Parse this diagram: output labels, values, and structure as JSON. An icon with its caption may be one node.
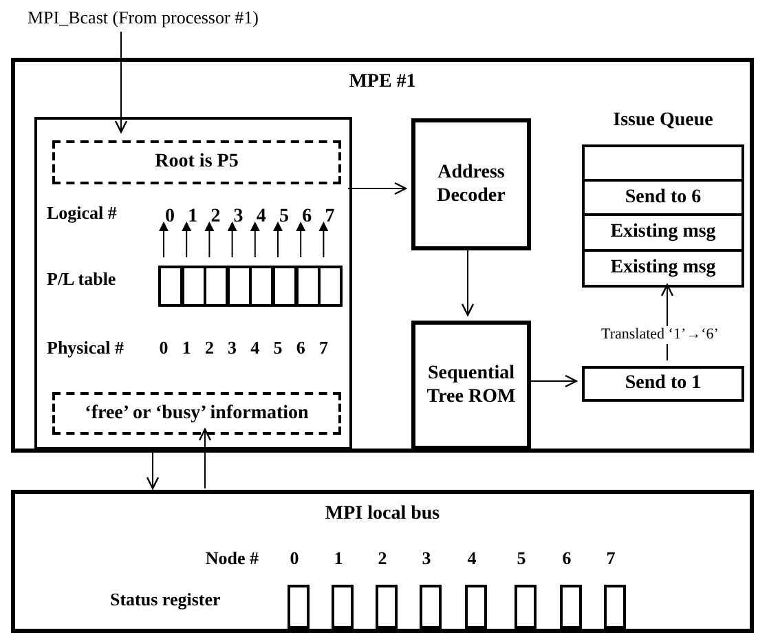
{
  "diagram": {
    "nodes": [
      {
        "text": [
          "MPI_Bcast (From processor #1)"
        ]
      },
      {
        "text": [
          "MPE #1"
        ]
      },
      {
        "text": [],
        "shape": "box",
        "in": 1
      },
      {
        "text": [
          "Root is P5"
        ],
        "in": 2
      },
      {
        "text": [
          "0"
        ],
        "in": 2
      },
      {
        "text": [
          "1"
        ],
        "in": 2
      },
      {
        "text": [
          "2"
        ],
        "in": 2
      },
      {
        "text": [
          "3"
        ],
        "in": 2
      },
      {
        "text": [
          "4"
        ],
        "in": 2
      },
      {
        "text": [
          "5"
        ],
        "in": 2
      },
      {
        "text": [
          "6"
        ],
        "in": 2
      },
      {
        "text": [
          "7"
        ],
        "in": 2
      },
      {
        "text": [],
        "shape": "box",
        "in": 2
      },
      {
        "text": [],
        "shape": "box",
        "in": 2
      },
      {
        "text": [],
        "shape": "box",
        "in": 2
      },
      {
        "text": [],
        "shape": "box",
        "in": 2
      },
      {
        "text": [],
        "shape": "box",
        "in": 2
      },
      {
        "text": [],
        "shape": "box",
        "in": 2
      },
      {
        "text": [],
        "shape": "box",
        "in": 2
      },
      {
        "text": [],
        "shape": "box",
        "in": 2
      },
      {
        "text": [
          "‘free’ or ‘busy’ information"
        ],
        "in": 2
      },
      {
        "text": [
          "Address Decoder"
        ],
        "in": 1
      },
      {
        "text": [
          "Issue Queue"
        ],
        "in": 1
      },
      {
        "text": [],
        "shape": "box",
        "in": 22
      },
      {
        "text": [
          "Send to 6"
        ],
        "in": 22
      },
      {
        "text": [
          "Existing msg"
        ],
        "in": 22
      },
      {
        "text": [
          "Existing msg"
        ],
        "in": 22
      },
      {
        "text": [
          "Sequential Tree ROM"
        ],
        "in": 1
      },
      {
        "text": [
          "Send to 1"
        ],
        "in": 1
      },
      {
        "text": [
          "MPI local bus"
        ]
      },
      {
        "text": [],
        "shape": "box",
        "in": 29
      },
      {
        "text": [],
        "shape": "box",
        "in": 29
      },
      {
        "text": [],
        "shape": "box",
        "in": 29
      },
      {
        "text": [],
        "shape": "box",
        "in": 29
      },
      {
        "text": [],
        "shape": "box",
        "in": 29
      },
      {
        "text": [],
        "shape": "box",
        "in": 29
      },
      {
        "text": [],
        "shape": "box",
        "in": 29
      },
      {
        "text": [],
        "shape": "box",
        "in": 29
      }
    ],
    "edges": [
      {
        "from": 0,
        "to": 3,
        "arrow": "to"
      },
      {
        "from": 2,
        "to": 21,
        "arrow": "to"
      },
      {
        "from": 21,
        "to": 27,
        "arrow": "to"
      },
      {
        "from": 27,
        "to": 28,
        "arrow": "to"
      },
      {
        "from": 28,
        "to": 26,
        "arrow": "to",
        "label": "Translated ‘1’→‘6’"
      },
      {
        "from": 2,
        "to": 29,
        "arrow": "to"
      },
      {
        "from": 29,
        "to": 20,
        "arrow": "to"
      },
      {
        "from": 12,
        "to": 4,
        "arrow": "to"
      },
      {
        "from": 13,
        "to": 5,
        "arrow": "to"
      },
      {
        "from": 14,
        "to": 6,
        "arrow": "to"
      },
      {
        "from": 15,
        "to": 7,
        "arrow": "to"
      },
      {
        "from": 16,
        "to": 8,
        "arrow": "to"
      },
      {
        "from": 17,
        "to": 9,
        "arrow": "to"
      },
      {
        "from": 18,
        "to": 10,
        "arrow": "to"
      },
      {
        "from": 19,
        "to": 11,
        "arrow": "to"
      }
    ],
    "labels": [
      "Logical #",
      "P/L table",
      "Physical #",
      "0",
      "1",
      "2",
      "3",
      "4",
      "5",
      "6",
      "7",
      "Node #",
      "0",
      "1",
      "2",
      "3",
      "4",
      "5",
      "6",
      "7",
      "Status register"
    ]
  }
}
